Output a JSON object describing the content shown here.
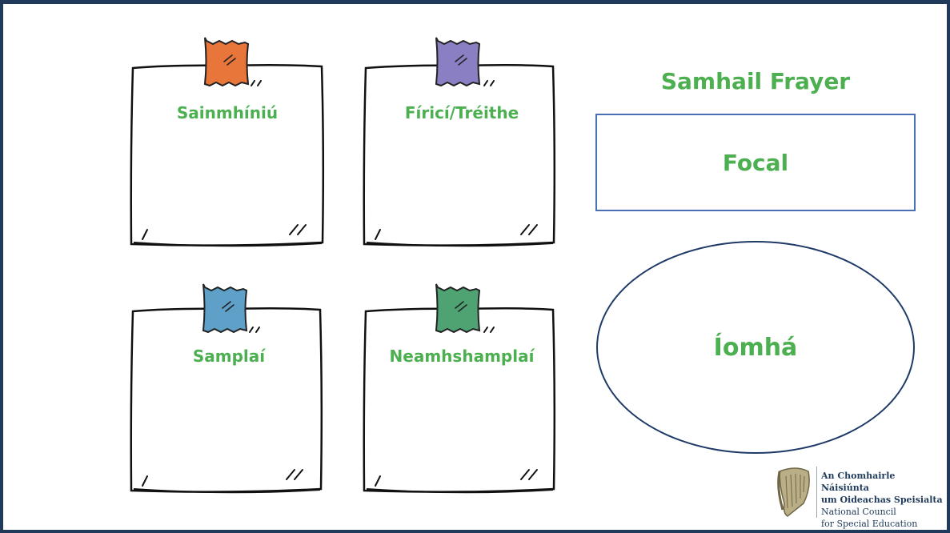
{
  "title": "Samhail Frayer",
  "notes": [
    {
      "label": "Sainmhíniú",
      "tape_color": "#e8753a"
    },
    {
      "label": "Fíricí/Tréithe",
      "tape_color": "#8a7fc3"
    },
    {
      "label": "Samplaí",
      "tape_color": "#5ea0c8"
    },
    {
      "label": "Neamhshamplaí",
      "tape_color": "#4fa372"
    }
  ],
  "word_box": {
    "label": "Focal"
  },
  "image_oval": {
    "label": "Íomhá"
  },
  "logo": {
    "lines": [
      "An Chomhairle Náisiúnta",
      "um Oideachas Speisialta",
      "National Council",
      "for Special Education"
    ],
    "icon": "harp-icon"
  },
  "colors": {
    "accent_green": "#4caf50",
    "border": "#1f3a5a",
    "box_border": "#4a6fb5"
  }
}
